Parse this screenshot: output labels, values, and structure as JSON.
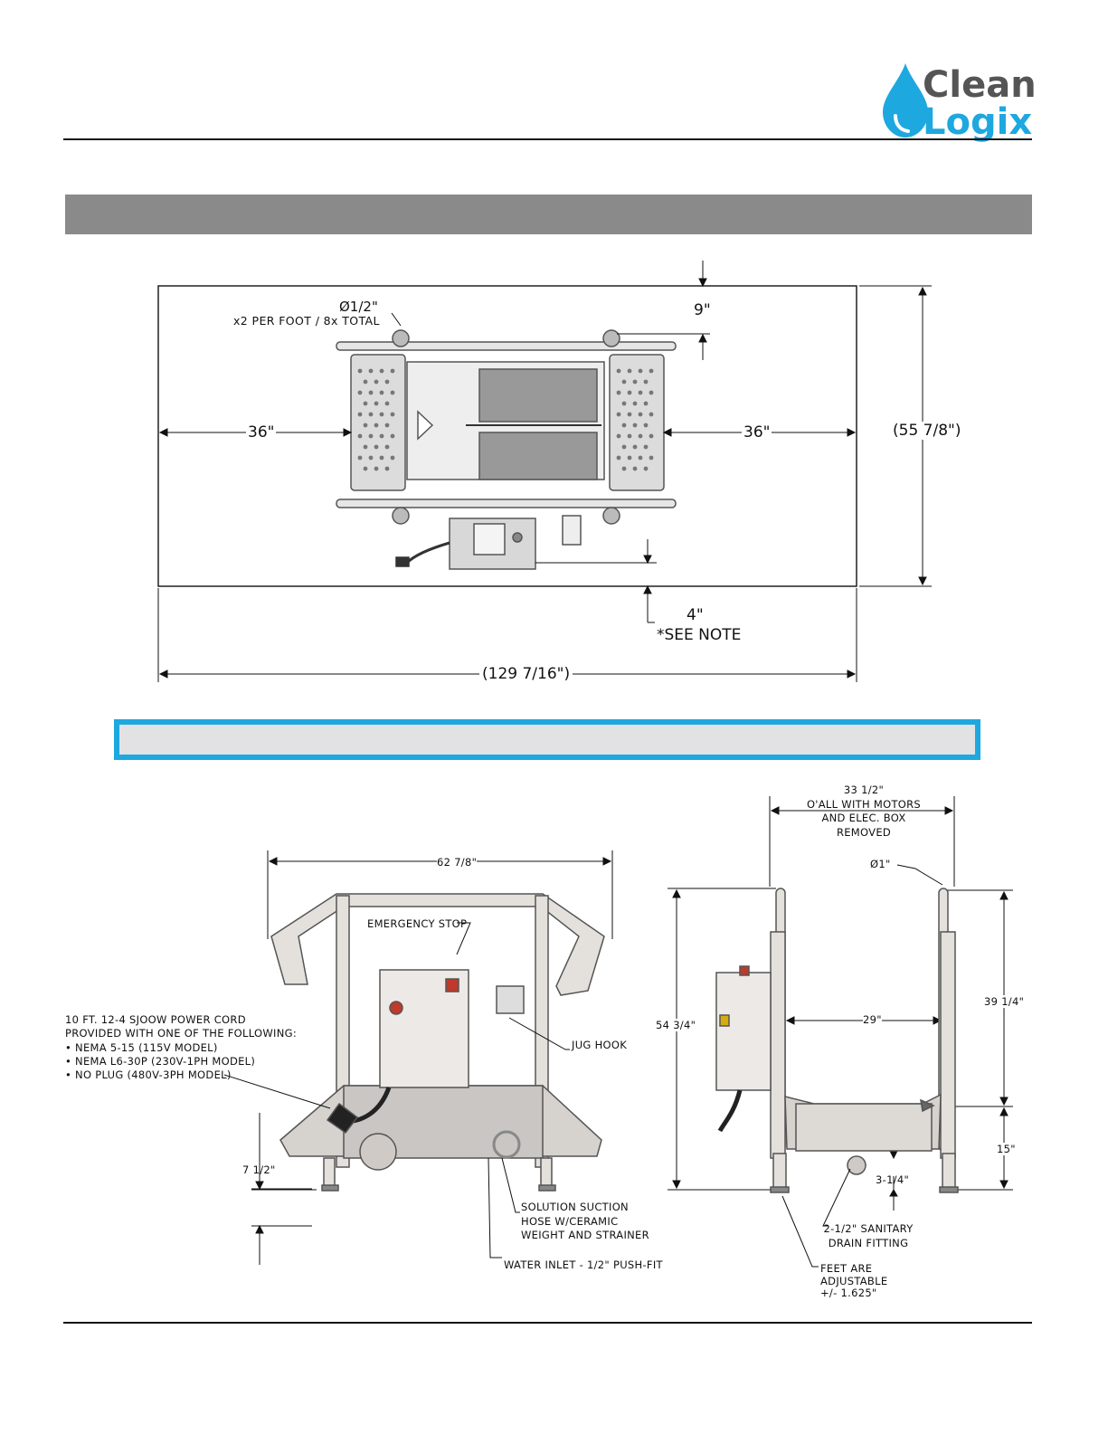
{
  "brand": {
    "line1": "Clean",
    "line2": "Logix",
    "color": "#1ea8e0"
  },
  "footprint": {
    "hole_dia": "Ø1/2\"",
    "hole_note": "x2 PER FOOT / 8x TOTAL",
    "clear_top": "9\"",
    "clear_left": "36\"",
    "clear_right": "36\"",
    "overall_depth": "(55 7/8\")",
    "clear_bottom": "4\"",
    "see_note": "*SEE NOTE",
    "overall_length": "(129 7/16\")"
  },
  "front_view": {
    "width": "62 7/8\"",
    "emergency_stop": "EMERGENCY STOP",
    "jug_hook": "JUG HOOK",
    "power_cord": [
      "10 FT. 12-4 SJOOW POWER CORD",
      "PROVIDED WITH ONE OF THE FOLLOWING:",
      "• NEMA 5-15 (115V MODEL)",
      "• NEMA L6-30P (230V-1PH MODEL)",
      "• NO PLUG (480V-3PH MODEL)"
    ],
    "leg_height": "7 1/2\"",
    "suction_hose": [
      "SOLUTION SUCTION",
      "HOSE W/CERAMIC",
      "WEIGHT AND STRAINER"
    ],
    "water_inlet": "WATER INLET - 1/2\" PUSH-FIT"
  },
  "side_view": {
    "overall_width": [
      "33 1/2\"",
      "O'ALL WITH MOTORS",
      "AND ELEC. BOX",
      "REMOVED"
    ],
    "rail_dia": "Ø1\"",
    "inner_width": "29\"",
    "overall_height": "54 3/4\"",
    "upper_height": "39 1/4\"",
    "lower_height": "15\"",
    "drain_height": "3-1/4\"",
    "drain_fitting": [
      "2-1/2\" SANITARY",
      "DRAIN FITTING"
    ],
    "feet_note": [
      "FEET ARE",
      "ADJUSTABLE",
      "+/- 1.625\""
    ]
  }
}
